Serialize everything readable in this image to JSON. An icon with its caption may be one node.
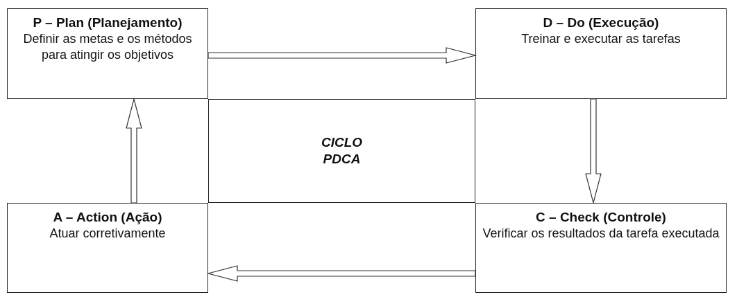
{
  "diagram": {
    "nodes": [
      {
        "text": [
          "P – Plan (Planejamento)",
          "Definir as metas e os métodos para atingir os objetivos"
        ]
      },
      {
        "text": [
          "D – Do (Execução)",
          "Treinar e executar as tarefas"
        ]
      },
      {
        "text": [
          "CICLO PDCA"
        ]
      },
      {
        "text": [
          "A – Action (Ação)",
          "Atuar corretivamente"
        ]
      },
      {
        "text": [
          "C – Check (Controle)",
          "Verificar os resultados da tarefa executada"
        ]
      }
    ],
    "edges": [
      {
        "from": 0,
        "to": 1,
        "arrow": "to"
      },
      {
        "from": 1,
        "to": 4,
        "arrow": "to"
      },
      {
        "from": 4,
        "to": 3,
        "arrow": "to"
      },
      {
        "from": 3,
        "to": 0,
        "arrow": "to"
      }
    ]
  }
}
